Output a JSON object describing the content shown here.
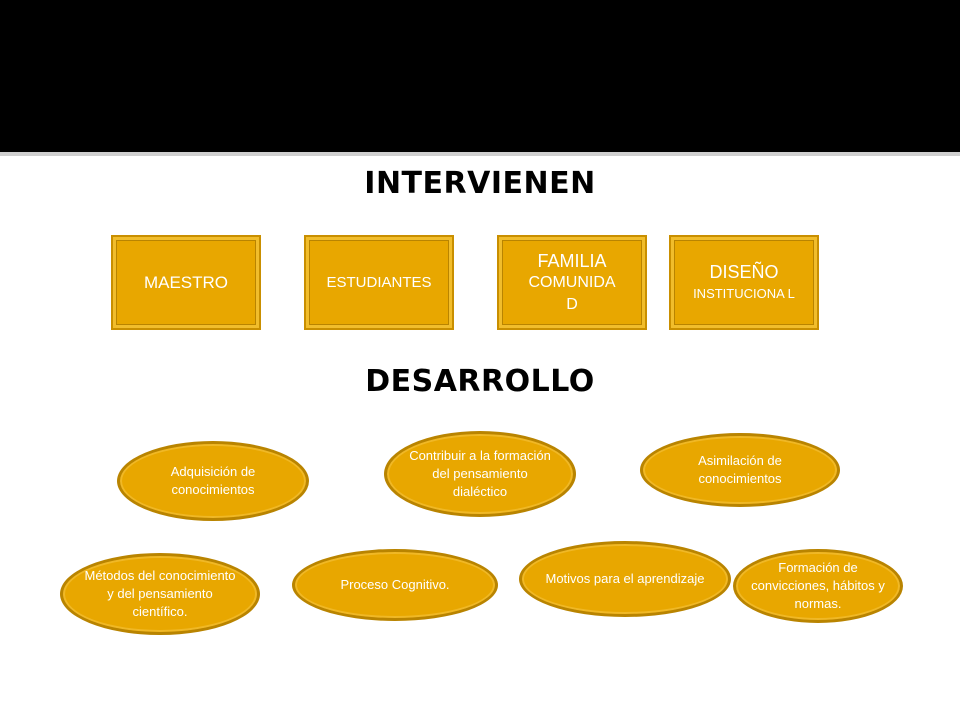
{
  "headings": {
    "intervienen": "INTERVIENEN",
    "desarrollo": "DESARROLLO"
  },
  "boxes": [
    {
      "line1": "MAESTRO",
      "line2": ""
    },
    {
      "line1": "ESTUDIANTES",
      "line2": ""
    },
    {
      "line1": "FAMILIA",
      "line2": "COMUNIDA D"
    },
    {
      "line1": "DISEÑO",
      "line2": "INSTITUCIONA L"
    }
  ],
  "ovals": [
    "Adquisición de conocimientos",
    "Contribuir a la formación del pensamiento dialéctico",
    "Asimilación de conocimientos",
    "Métodos del conocimiento y del pensamiento científico.",
    "Proceso Cognitivo.",
    "Motivos para el aprendizaje",
    "Formación de convicciones, hábitos y normas."
  ],
  "colors": {
    "header_band": "#000000",
    "box_fill": "#e8a700",
    "box_border": "#b98400",
    "text_on_shape": "#ffffff"
  }
}
